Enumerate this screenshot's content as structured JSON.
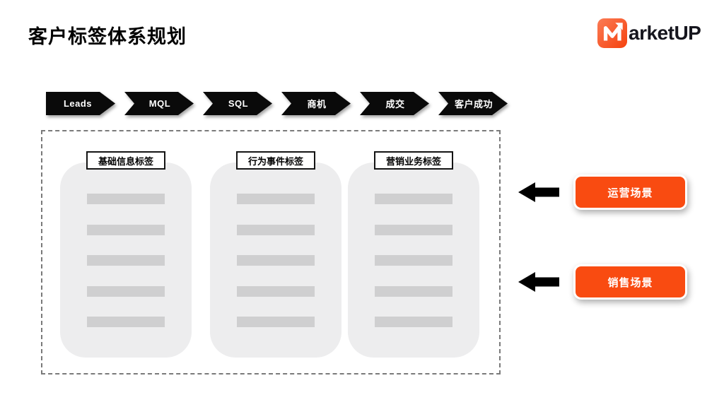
{
  "page": {
    "title": "客户标签体系规划"
  },
  "logo": {
    "icon_name": "marketup-m-icon",
    "text": "arketUP",
    "brand_color": "#F94B11"
  },
  "funnel": {
    "stages": [
      "Leads",
      "MQL",
      "SQL",
      "商机",
      "成交",
      "客户成功"
    ]
  },
  "tag_panel": {
    "columns": [
      {
        "label": "基础信息标签",
        "placeholder_bars": 5
      },
      {
        "label": "行为事件标签",
        "placeholder_bars": 5
      },
      {
        "label": "营销业务标签",
        "placeholder_bars": 5
      }
    ]
  },
  "scenarios": [
    {
      "label": "运营场景"
    },
    {
      "label": "销售场景"
    }
  ],
  "colors": {
    "accent": "#F94B11",
    "stage_bg": "#0A0A0A",
    "column_bg": "#EDEDEE",
    "placeholder_bar": "#CFCFD0",
    "dashed_border": "#7A7A7A"
  }
}
